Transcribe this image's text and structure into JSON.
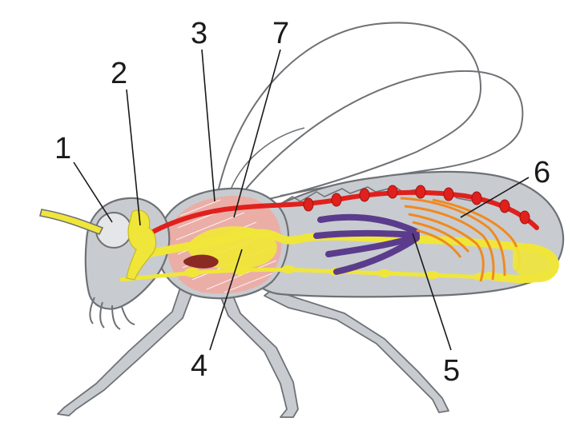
{
  "diagram": {
    "callouts": [
      {
        "id": "1",
        "text": "1"
      },
      {
        "id": "2",
        "text": "2"
      },
      {
        "id": "3",
        "text": "3"
      },
      {
        "id": "4",
        "text": "4"
      },
      {
        "id": "5",
        "text": "5"
      },
      {
        "id": "6",
        "text": "6"
      },
      {
        "id": "7",
        "text": "7"
      }
    ],
    "colors": {
      "body": "#c8ccd0",
      "outline": "#6e7175",
      "nerve": "#f0e63a",
      "vessel": "#e0201c",
      "muscle": "#f0a8a0",
      "gonad": "#5b3c8c",
      "malpighian": "#f08a20",
      "gut_dark": "#8a2a22"
    }
  }
}
